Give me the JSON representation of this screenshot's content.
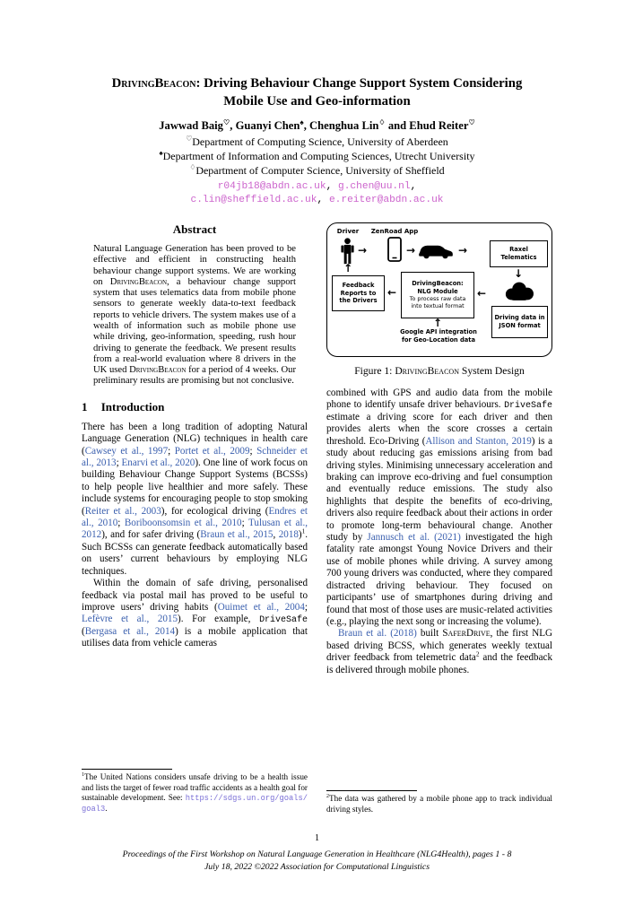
{
  "colors": {
    "citation": "#3a5fae",
    "email": "#cc63cc",
    "url": "#7a6fd6"
  },
  "header": {
    "title": [
      {
        "t": "sc",
        "s": "DrivingBeacon"
      },
      {
        "t": "text",
        "s": ": Driving Behaviour Change Support System Considering Mobile Use and Geo-information"
      }
    ],
    "authors": [
      {
        "t": "text",
        "s": "Jawwad Baig"
      },
      {
        "t": "sup",
        "s": "♡"
      },
      {
        "t": "text",
        "s": ", Guanyi Chen"
      },
      {
        "t": "sup",
        "s": "♠"
      },
      {
        "t": "text",
        "s": ", Chenghua Lin"
      },
      {
        "t": "sup",
        "s": "♢"
      },
      {
        "t": "text",
        "s": "  and  Ehud Reiter"
      },
      {
        "t": "sup",
        "s": "♡"
      }
    ],
    "affil1": [
      {
        "t": "sup",
        "s": "♡"
      },
      {
        "t": "text",
        "s": "Department of Computing Science, University of Aberdeen"
      }
    ],
    "affil2": [
      {
        "t": "sup",
        "s": "♠"
      },
      {
        "t": "text",
        "s": "Department of Information and Computing Sciences, Utrecht University"
      }
    ],
    "affil3": [
      {
        "t": "sup",
        "s": "♢"
      },
      {
        "t": "text",
        "s": "Department of Computer Science, University of Sheffield"
      }
    ],
    "email_line1": [
      {
        "t": "email",
        "s": "r04jb18@abdn.ac.uk"
      },
      {
        "t": "text",
        "s": ", "
      },
      {
        "t": "email",
        "s": "g.chen@uu.nl"
      },
      {
        "t": "text",
        "s": ","
      }
    ],
    "email_line2": [
      {
        "t": "email",
        "s": "c.lin@sheffield.ac.uk"
      },
      {
        "t": "text",
        "s": ", "
      },
      {
        "t": "email",
        "s": "e.reiter@abdn.ac.uk"
      }
    ]
  },
  "abstract": {
    "heading": "Abstract",
    "body": [
      {
        "t": "text",
        "s": "Natural Language Generation has been proved to be effective and efficient in constructing health behaviour change support systems. We are working on "
      },
      {
        "t": "sc",
        "s": "DrivingBeacon"
      },
      {
        "t": "text",
        "s": ", a behaviour change support system that uses telematics data from mobile phone sensors to generate weekly data-to-text feedback reports to vehicle drivers. The system makes use of a wealth of information such as mobile phone use while driving, geo-information, speeding, rush hour driving to generate the feedback. We present results from a real-world evaluation where 8 drivers in the UK used "
      },
      {
        "t": "sc",
        "s": "DrivingBeacon"
      },
      {
        "t": "text",
        "s": " for a period of 4 weeks. Our preliminary results are promising but not conclusive."
      }
    ]
  },
  "intro": {
    "number": "1",
    "title": "Introduction",
    "p1": [
      {
        "t": "text",
        "s": "There has been a long tradition of adopting Natural Language Generation (NLG) techniques in health care ("
      },
      {
        "t": "cite",
        "s": "Cawsey et al., 1997"
      },
      {
        "t": "text",
        "s": "; "
      },
      {
        "t": "cite",
        "s": "Portet et al., 2009"
      },
      {
        "t": "text",
        "s": "; "
      },
      {
        "t": "cite",
        "s": "Schneider et al., 2013"
      },
      {
        "t": "text",
        "s": "; "
      },
      {
        "t": "cite",
        "s": "Enarvi et al., 2020"
      },
      {
        "t": "text",
        "s": "). One line of work focus on building Behaviour Change Support Systems (BCSSs) to help people live healthier and more safely. These include systems for encouraging people to stop smoking ("
      },
      {
        "t": "cite",
        "s": "Reiter et al., 2003"
      },
      {
        "t": "text",
        "s": "), for ecological driving ("
      },
      {
        "t": "cite",
        "s": "Endres et al., 2010"
      },
      {
        "t": "text",
        "s": "; "
      },
      {
        "t": "cite",
        "s": "Boriboonsomsin et al., 2010"
      },
      {
        "t": "text",
        "s": "; "
      },
      {
        "t": "cite",
        "s": "Tulusan et al., 2012"
      },
      {
        "t": "text",
        "s": "), and for safer driving ("
      },
      {
        "t": "cite",
        "s": "Braun et al., 2015"
      },
      {
        "t": "text",
        "s": ", "
      },
      {
        "t": "cite",
        "s": "2018"
      },
      {
        "t": "text",
        "s": ")"
      },
      {
        "t": "sup",
        "s": "1"
      },
      {
        "t": "text",
        "s": ". Such BCSSs can generate feedback automatically based on users’ current behaviours by employing NLG techniques."
      }
    ],
    "p2": [
      {
        "t": "text",
        "s": "Within the domain of safe driving, personalised feedback via postal mail has proved to be useful to improve users’ driving habits ("
      },
      {
        "t": "cite",
        "s": "Ouimet et al., 2004"
      },
      {
        "t": "text",
        "s": "; "
      },
      {
        "t": "cite",
        "s": "Lefèvre et al., 2015"
      },
      {
        "t": "text",
        "s": "). For example, "
      },
      {
        "t": "mono",
        "s": "DriveSafe"
      },
      {
        "t": "text",
        "s": " ("
      },
      {
        "t": "cite",
        "s": "Bergasa et al., 2014"
      },
      {
        "t": "text",
        "s": ") is a mobile application that utilises data from vehicle cameras"
      }
    ]
  },
  "right": {
    "p1": [
      {
        "t": "text",
        "s": "combined with GPS and audio data from the mobile phone to identify unsafe driver behaviours. "
      },
      {
        "t": "mono",
        "s": "DriveSafe"
      },
      {
        "t": "text",
        "s": " estimate a driving score for each driver and then provides alerts when the score crosses a certain threshold. Eco-Driving ("
      },
      {
        "t": "cite",
        "s": "Allison and Stanton, 2019"
      },
      {
        "t": "text",
        "s": ") is a study about reducing gas emissions arising from bad driving styles. Minimising unnecessary acceleration and braking can improve eco-driving and fuel consumption and eventually reduce emissions. The study also highlights that despite the benefits of eco-driving, drivers also require feedback about their actions in order to promote long-term behavioural change. Another study by "
      },
      {
        "t": "cite",
        "s": "Jannusch et al. (2021)"
      },
      {
        "t": "text",
        "s": " investigated the high fatality rate amongst Young Novice Drivers and their use of mobile phones while driving. A survey among 700 young drivers was conducted, where they compared distracted driving behaviour. They focused on participants’ use of smartphones during driving and found that most of those uses are music-related activities (e.g., playing the next song or increasing the volume)."
      }
    ],
    "p2": [
      {
        "t": "cite",
        "s": "Braun et al. (2018)"
      },
      {
        "t": "text",
        "s": " built "
      },
      {
        "t": "sc",
        "s": "SaferDrive"
      },
      {
        "t": "text",
        "s": ", the first NLG based driving BCSS, which generates weekly textual driver feedback from telemetric data"
      },
      {
        "t": "sup",
        "s": "2"
      },
      {
        "t": "text",
        "s": " and the feedback is delivered through mobile phones."
      }
    ]
  },
  "footnotes": {
    "fn1": [
      {
        "t": "sup",
        "s": "1"
      },
      {
        "t": "text",
        "s": "The United Nations considers unsafe driving to be a health issue and lists the target of fewer road traffic accidents as a health goal for sustainable development. See: "
      },
      {
        "t": "url",
        "s": "https://sdgs.un.org/goals/goal3"
      },
      {
        "t": "text",
        "s": "."
      }
    ],
    "fn2": [
      {
        "t": "sup",
        "s": "2"
      },
      {
        "t": "text",
        "s": "The data was gathered by a mobile phone app to track individual driving styles."
      }
    ]
  },
  "figure": {
    "caption": [
      {
        "t": "text",
        "s": "Figure 1: "
      },
      {
        "t": "sc",
        "s": "DrivingBeacon"
      },
      {
        "t": "text",
        "s": " System Design"
      }
    ],
    "driver_label": "Driver",
    "zenroad_label": "ZenRoad App",
    "raxel_label": "Raxel Telematics",
    "feedback_label": "Feedback Reports to the Drivers",
    "nlg_line1": "DrivingBeacon:",
    "nlg_line2": "NLG Module",
    "nlg_line3": "To process raw data into textual format",
    "google_label": "Google API integration for Geo-Location data",
    "json_label": "Driving data in JSON format",
    "arrows": {
      "right": "→",
      "left": "←",
      "up": "↑",
      "down": "↓"
    }
  },
  "page": {
    "number": "1",
    "footer1": "Proceedings of the First Workshop on Natural Language Generation in Healthcare (NLG4Health), pages 1 - 8",
    "footer2": "July 18, 2022 ©2022 Association for Computational Linguistics"
  }
}
